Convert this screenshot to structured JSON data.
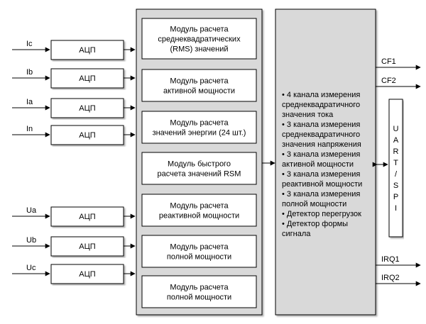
{
  "inputs": [
    {
      "signal": "Ic",
      "adc": "АЦП"
    },
    {
      "signal": "Ib",
      "adc": "АЦП"
    },
    {
      "signal": "Ia",
      "adc": "АЦП"
    },
    {
      "signal": "In",
      "adc": "АЦП"
    },
    {
      "signal": "Ua",
      "adc": "АЦП"
    },
    {
      "signal": "Ub",
      "adc": "АЦП"
    },
    {
      "signal": "Uc",
      "adc": "АЦП"
    }
  ],
  "modules": [
    {
      "lines": [
        "Модуль расчета",
        "среднеквадратических",
        "(RMS) значений"
      ]
    },
    {
      "lines": [
        "Модуль расчета",
        "активной мощности"
      ]
    },
    {
      "lines": [
        "Модуль расчета",
        "значений энергии (24 шт.)"
      ]
    },
    {
      "lines": [
        "Модуль быстрого",
        "расчета значений RSM"
      ]
    },
    {
      "lines": [
        "Модуль расчета",
        "реактивной мощности"
      ]
    },
    {
      "lines": [
        "Модуль расчета",
        "полной мощности"
      ]
    },
    {
      "lines": [
        "Модуль расчета",
        "полной мощности"
      ]
    }
  ],
  "features": [
    "• 4 канала измерения",
    "среднеквадратичного",
    "значения тока",
    "• 3 канала измерения",
    "среднеквадратичного",
    "значения напряжения",
    "• 3 канала измерения",
    "активной мощности",
    "• 3 канала измерения",
    "реактивной мощности",
    "• 3 канала измерения",
    "полной мощности",
    "• Детектор перегрузок",
    "• Детектор формы",
    "сигнала"
  ],
  "outputs": {
    "cf1": "CF1",
    "cf2": "CF2",
    "irq1": "IRQ1",
    "irq2": "IRQ2"
  },
  "interface": [
    "U",
    "A",
    "R",
    "T",
    "/",
    "S",
    "P",
    "I"
  ],
  "colors": {
    "panel_fill": "#d9d9d9",
    "box_fill": "#ffffff",
    "line": "#000000"
  }
}
